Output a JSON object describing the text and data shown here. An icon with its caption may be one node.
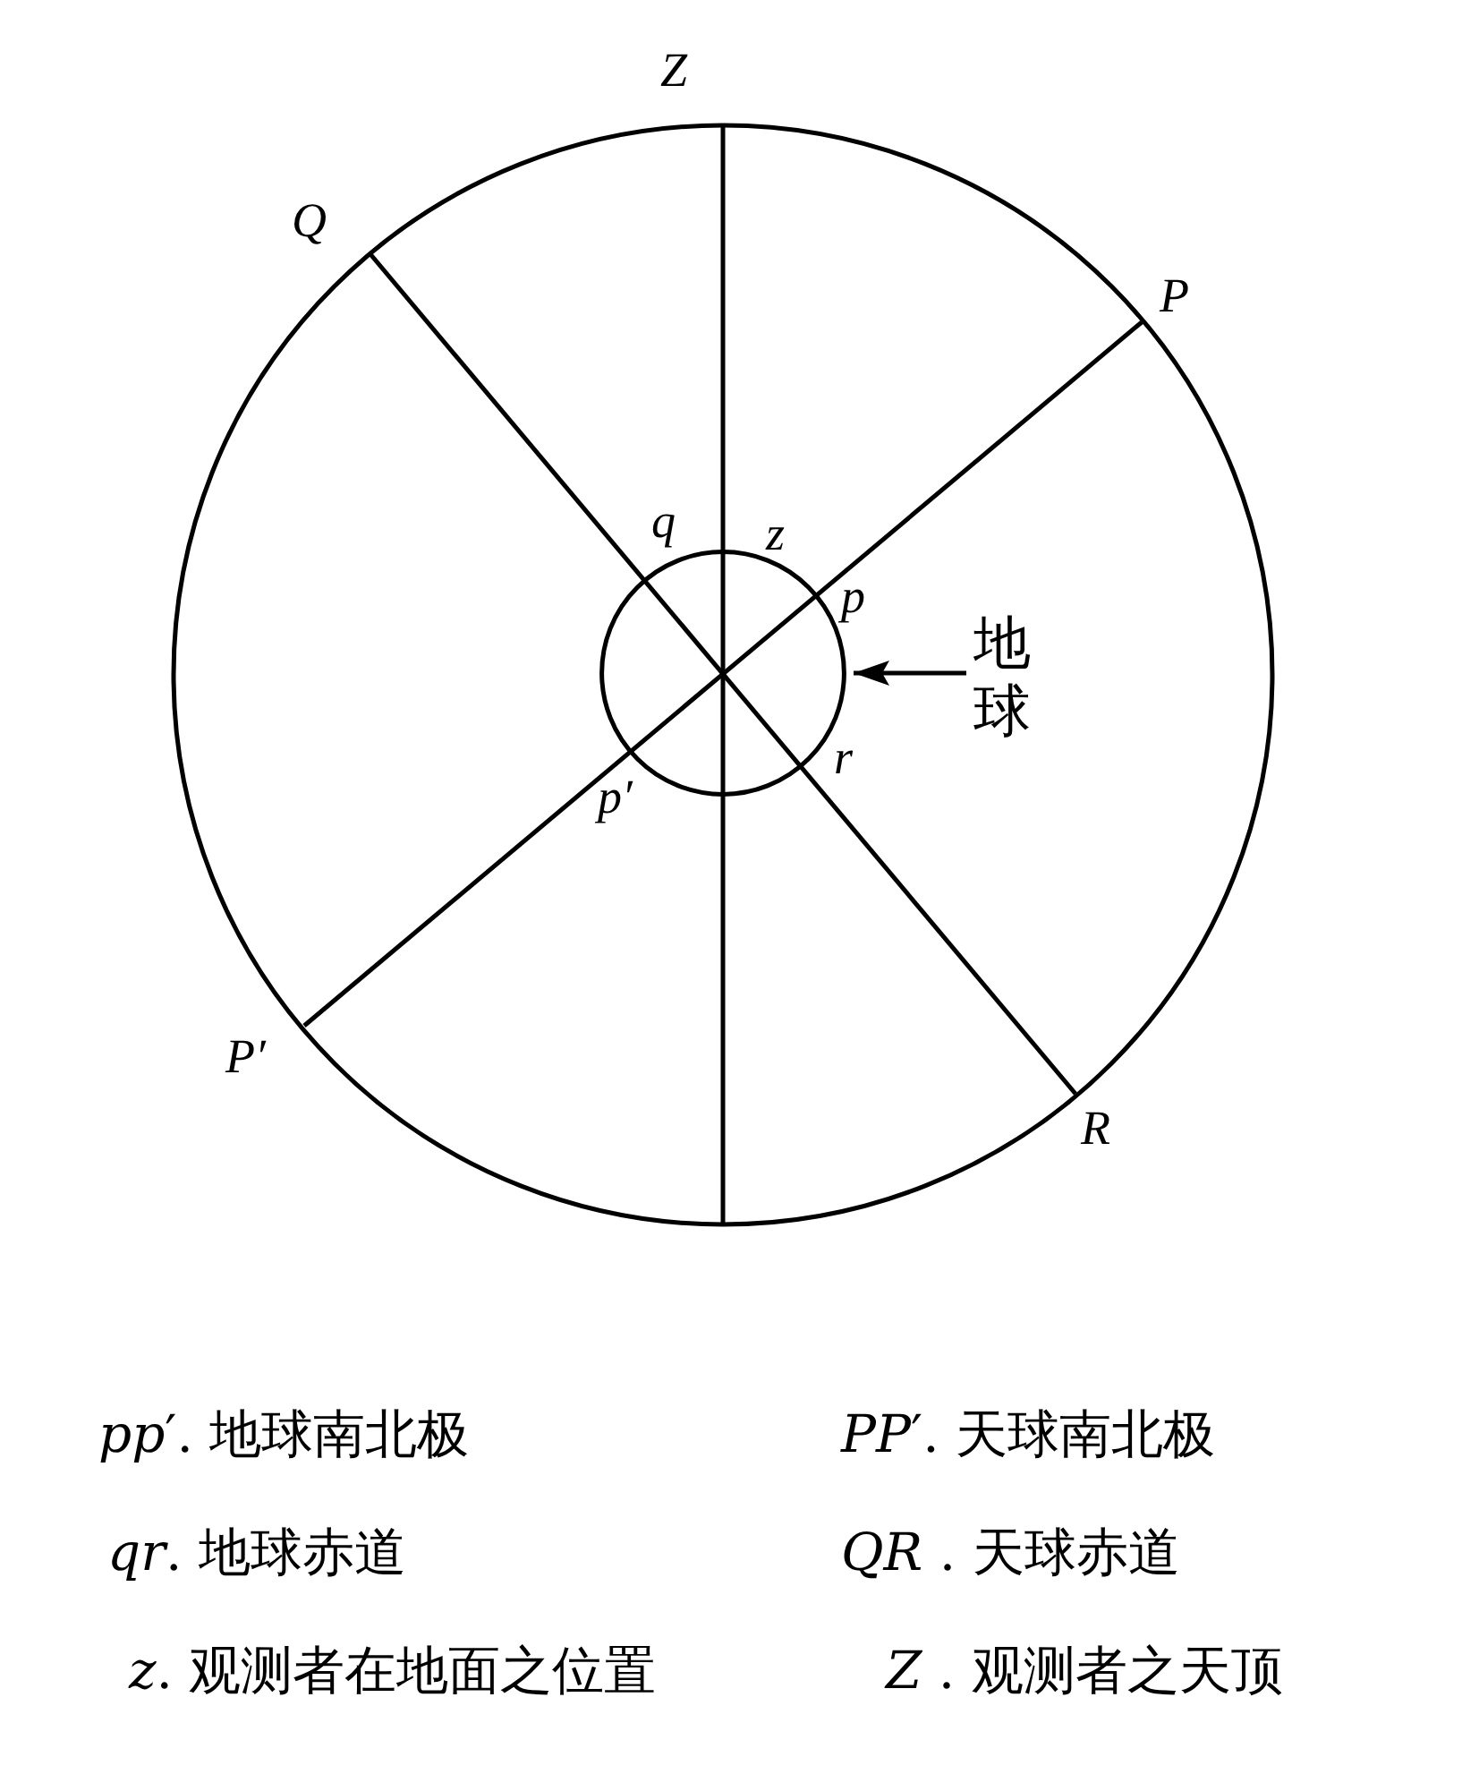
{
  "diagram": {
    "nodes": [
      {
        "text": [
          "地球"
        ]
      },
      {
        "text": [],
        "shape": "circle"
      }
    ],
    "edges": [
      {
        "from": 0,
        "to": 1,
        "arrow": "to"
      }
    ],
    "labels": [
      "Z",
      "Q",
      "P",
      "q",
      "z",
      "p",
      "p′",
      "r",
      "P′",
      "R",
      "*pp*′. 地球南北极",
      "*PP*′. 天球南北极",
      "*qr*. 地球赤道",
      "*QR* . 天球赤道",
      "*z*. 观测者在地面之位置",
      "*Z* . 观测者之天顶"
    ]
  }
}
